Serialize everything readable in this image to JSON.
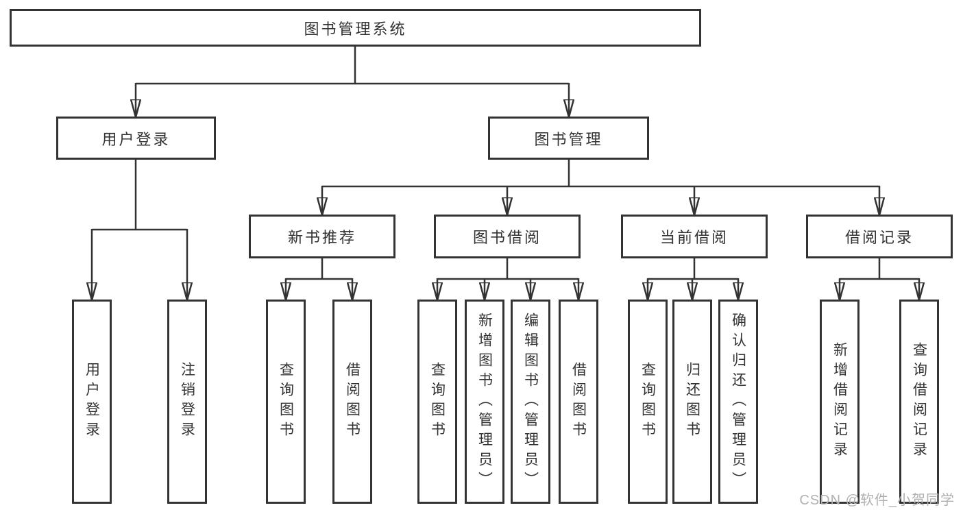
{
  "diagram": {
    "root": {
      "label": "图书管理系统"
    },
    "branches": [
      {
        "label": "用户登录"
      },
      {
        "label": "图书管理"
      }
    ],
    "modules": [
      {
        "label": "新书推荐"
      },
      {
        "label": "图书借阅"
      },
      {
        "label": "当前借阅"
      },
      {
        "label": "借阅记录"
      }
    ],
    "leaves": [
      {
        "label": "用户登录"
      },
      {
        "label": "注销登录"
      },
      {
        "label": "查询图书"
      },
      {
        "label": "借阅图书"
      },
      {
        "label": "查询图书"
      },
      {
        "label": "新增图书（管理员）"
      },
      {
        "label": "编辑图书（管理员）"
      },
      {
        "label": "借阅图书"
      },
      {
        "label": "查询图书"
      },
      {
        "label": "归还图书"
      },
      {
        "label": "确认归还（管理员）"
      },
      {
        "label": "新增借阅记录"
      },
      {
        "label": "查询借阅记录"
      }
    ]
  },
  "watermark": {
    "text": "CSDN @软件_小贺同学"
  },
  "colors": {
    "line": "#333333",
    "text": "#333333",
    "watermark": "#b0b0b0",
    "background": "#ffffff"
  }
}
